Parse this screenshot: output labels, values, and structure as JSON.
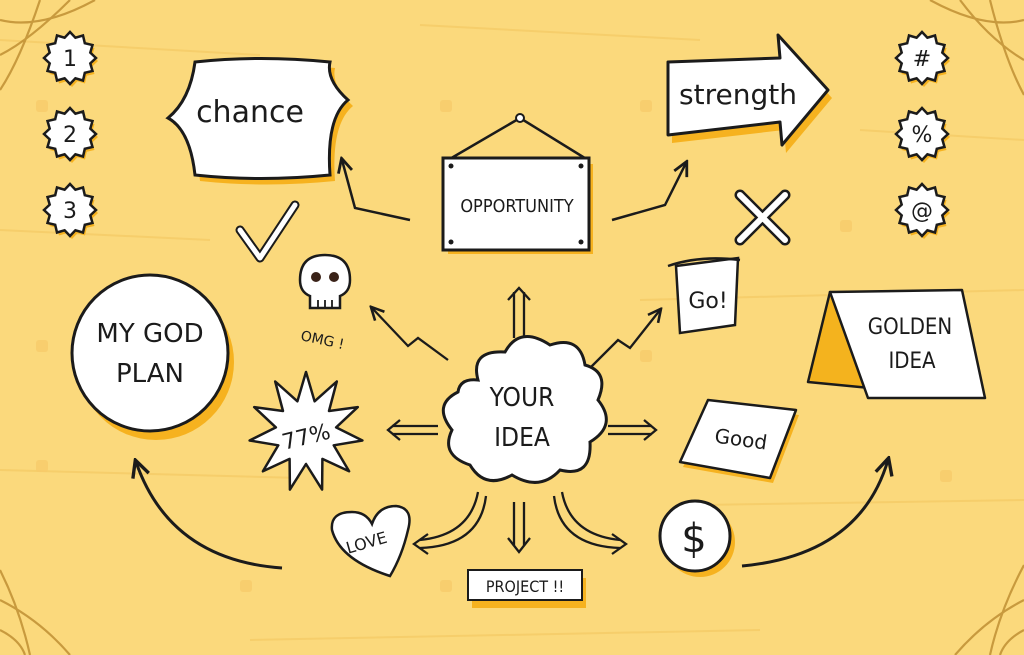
{
  "colors": {
    "background": "#fbd97c",
    "ink": "#1b1b1b",
    "shadow": "#f6b21f",
    "paper": "#ffffff",
    "accent": "#f4b31e"
  },
  "numbers": [
    "1",
    "2",
    "3"
  ],
  "symbols": [
    "#",
    "%",
    "@"
  ],
  "center": {
    "line1": "YOUR",
    "line2": "IDEA"
  },
  "nodes": {
    "chance": "chance",
    "strength": "strength",
    "opportunity": "OPPORTUNITY",
    "plan_line1": "MY GOD",
    "plan_line2": "PLAN",
    "golden_line1": "GOLDEN",
    "golden_line2": "IDEA",
    "go": "Go!",
    "good": "Good",
    "burst": "77%",
    "omg": "OMG !",
    "love": "LOVE",
    "project": "PROJECT !!",
    "dollar": "$"
  },
  "icons": [
    "checkmark-icon",
    "skull-icon",
    "cross-icon",
    "watermark-icon"
  ]
}
